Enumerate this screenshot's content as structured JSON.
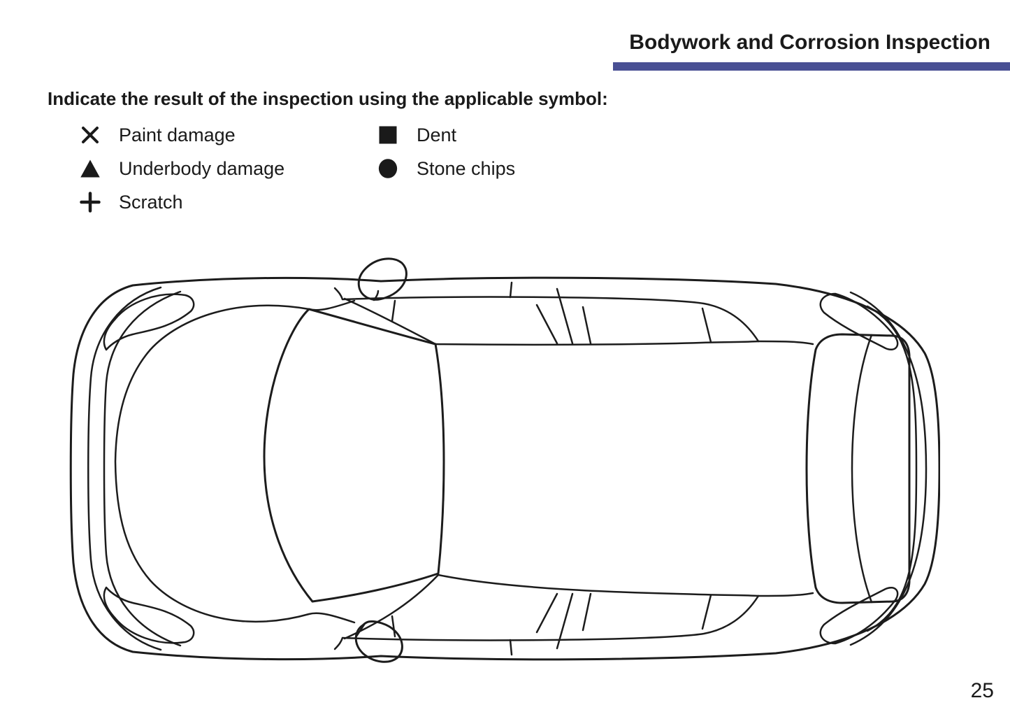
{
  "header": {
    "title": "Bodywork and Corrosion Inspection",
    "accent_color": "#495094"
  },
  "instruction": "Indicate the result of the inspection using the applicable symbol:",
  "legend": {
    "columns": [
      {
        "items": [
          {
            "symbol": "x-mark",
            "label": "Paint damage"
          },
          {
            "symbol": "triangle",
            "label": "Underbody damage"
          },
          {
            "symbol": "plus",
            "label": "Scratch"
          }
        ]
      },
      {
        "items": [
          {
            "symbol": "square",
            "label": "Dent"
          },
          {
            "symbol": "circle",
            "label": "Stone chips"
          }
        ]
      }
    ]
  },
  "figure": {
    "icon": "car-top-view-diagram"
  },
  "page_number": "25"
}
